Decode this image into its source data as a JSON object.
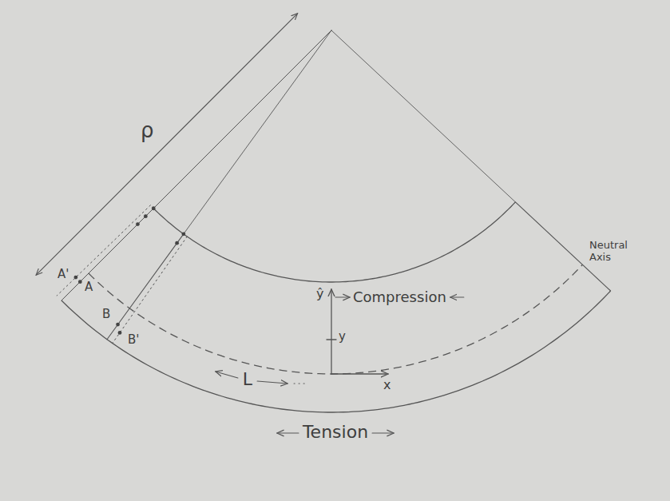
{
  "diagram": {
    "labels": [
      "ρ",
      "A'",
      "A",
      "B",
      "B'",
      "L",
      "Compression",
      "Tension",
      "Neutral Axis",
      "ŷ",
      "y",
      "x"
    ]
  }
}
